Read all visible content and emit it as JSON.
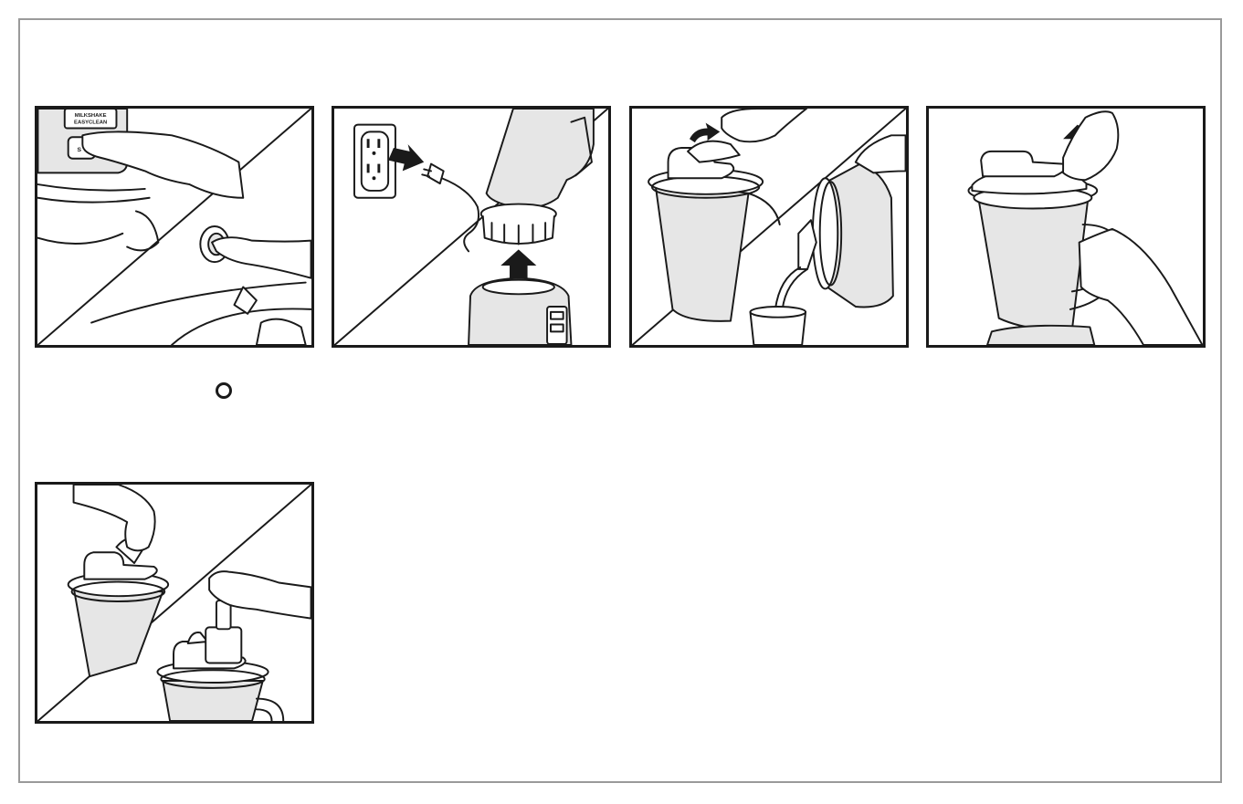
{
  "panels": [
    {
      "id": "step-1",
      "illustration": "press-stop-button",
      "button_labels": [
        "MILKSHAKE",
        "EASYCLEAN",
        "S"
      ]
    },
    {
      "id": "step-2",
      "illustration": "unplug-and-lift-jar"
    },
    {
      "id": "step-3",
      "illustration": "open-flip-cap-and-pour"
    },
    {
      "id": "step-4",
      "illustration": "remove-lid"
    },
    {
      "id": "step-5",
      "illustration": "remove-filler-cap-and-use-tamper"
    }
  ],
  "icons": {
    "power_symbol": "power-circle-icon"
  },
  "colors": {
    "line": "#1a1a1a",
    "border": "#9a9a9a",
    "background": "#ffffff"
  }
}
